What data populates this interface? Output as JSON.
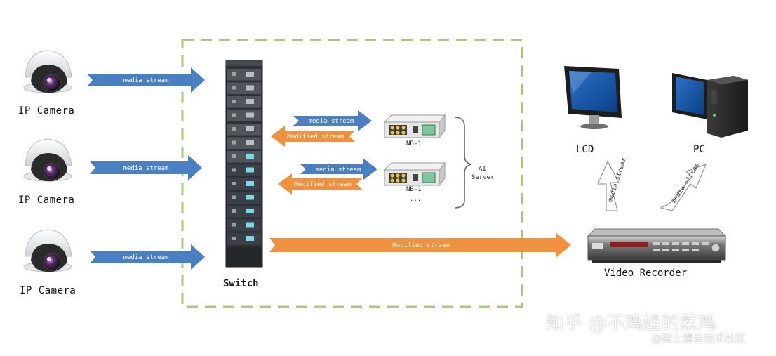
{
  "cameras": [
    {
      "label": "IP Camera",
      "arrow_label": "media stream"
    },
    {
      "label": "IP Camera",
      "arrow_label": "media stream"
    },
    {
      "label": "IP Camera",
      "arrow_label": "media stream"
    }
  ],
  "switch": {
    "label": "Switch"
  },
  "ai_nodes": [
    {
      "label": "NB-1",
      "in_label": "media stream",
      "out_label": "Modified  stream"
    },
    {
      "label": "NB-1",
      "in_label": "media stream",
      "out_label": "Modified  stream"
    }
  ],
  "ai_more": "...",
  "ai_server": {
    "line1": "AI",
    "line2": "Server"
  },
  "main_output": {
    "label": "Modified  stream"
  },
  "recorder": {
    "label": "Video Recorder"
  },
  "lcd": {
    "label": "LCD",
    "arrow_label": "media stream"
  },
  "pc": {
    "label": "PC",
    "arrow_label": "media stream"
  },
  "watermark": {
    "line1": "知乎 @不鸡娃的菜鸡",
    "line2": "@稀土掘金技术社区"
  },
  "colors": {
    "blue_arrow": "#4a7fc1",
    "orange_arrow": "#f0913f",
    "dashed_border": "#a9c97a",
    "switch_body": "#2e3236",
    "white_arrow": "#ffffff"
  }
}
